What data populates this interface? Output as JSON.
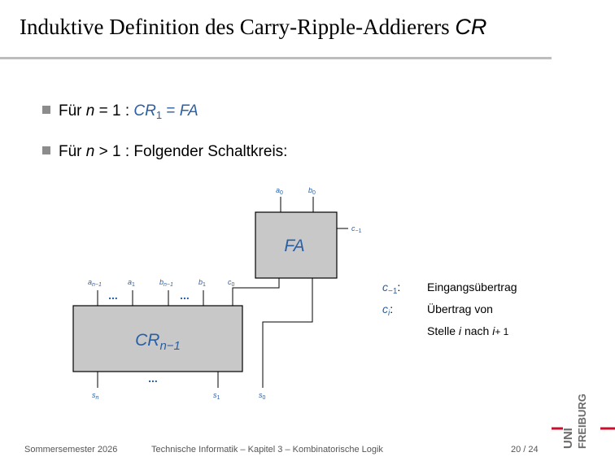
{
  "header": {
    "title_text": "Induktive Definition des Carry-Ripple-Addierers",
    "title_symbol": "CR"
  },
  "bullets": [
    {
      "prefix": "Für",
      "var": "n",
      "rel": "= 1 :",
      "cr": "CR",
      "cr_sub": "1",
      "eq": "=",
      "fa": "FA"
    },
    {
      "prefix": "Für",
      "var": "n",
      "rel": "> 1 : Folgender Schaltkreis:"
    }
  ],
  "diagram": {
    "fa_label": "FA",
    "cr_label": "CR",
    "cr_sub": "n−1",
    "ellipsis": "...",
    "fa_inputs": [
      {
        "name": "a",
        "sub": "0"
      },
      {
        "name": "b",
        "sub": "0"
      }
    ],
    "fa_carry_in": {
      "name": "c",
      "sub": "−1"
    },
    "cr_inputs": [
      {
        "name": "a",
        "sub": "n−1"
      },
      {
        "name": "a",
        "sub": "1"
      },
      {
        "name": "b",
        "sub": "n−1"
      },
      {
        "name": "b",
        "sub": "1"
      },
      {
        "name": "c",
        "sub": "0"
      }
    ],
    "outputs": [
      {
        "name": "s",
        "sub": "n"
      },
      {
        "name": "s",
        "sub": "1"
      },
      {
        "name": "s",
        "sub": "0"
      }
    ],
    "colors": {
      "box_fill": "#c8c8c8",
      "box_stroke": "#000000",
      "accent": "#2a5fa3"
    }
  },
  "legend": [
    {
      "sym": "c",
      "sub": "−1",
      "colon": ":",
      "desc": "Eingangsübertrag"
    },
    {
      "sym": "c",
      "sub": "i",
      "colon": ":",
      "desc": "Übertrag von"
    },
    {
      "pre": "Stelle",
      "i": "i",
      "mid": "nach",
      "i2": "i",
      "post": "+ 1"
    }
  ],
  "footer": {
    "semester": "Sommersemester 2026",
    "course": "Technische Informatik – Kapitel 3 – Kombinatorische Logik",
    "page": "20 / 24"
  },
  "logo": {
    "line1": "UNI",
    "line2": "FREIBURG"
  }
}
